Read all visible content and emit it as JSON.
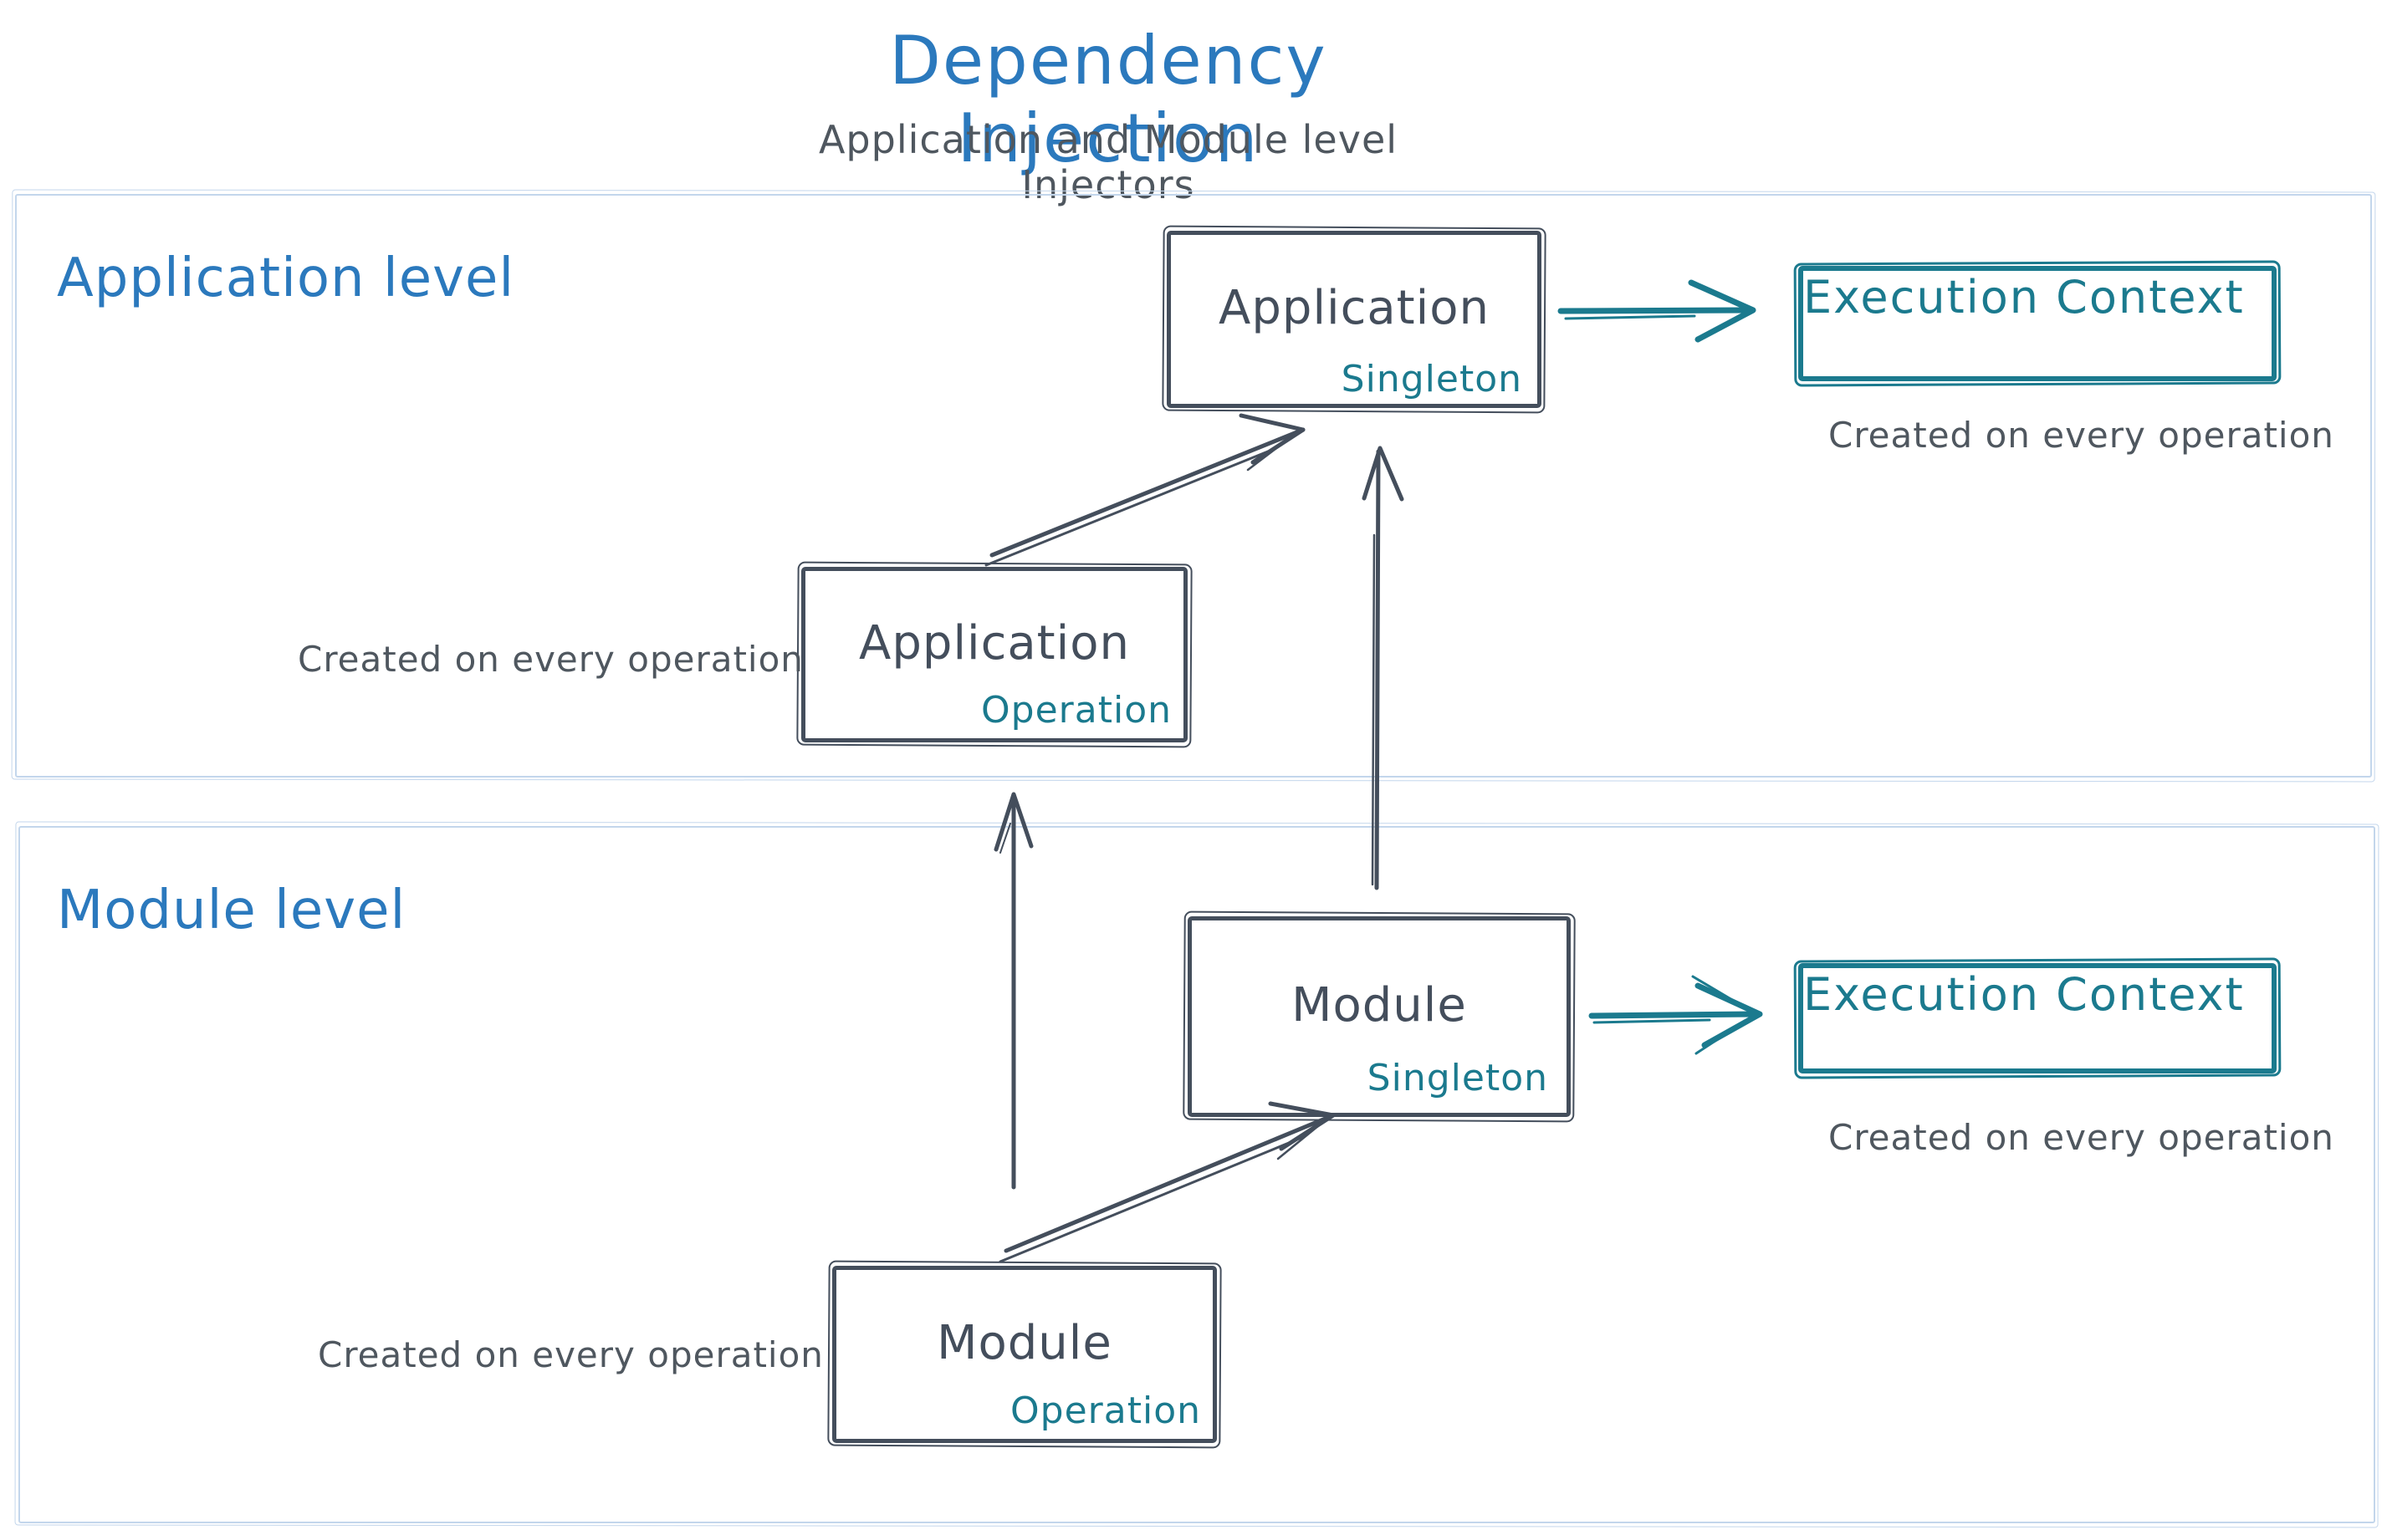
{
  "title": "Dependency Injection",
  "subtitle": "Application and Module level Injectors",
  "colors": {
    "accent_blue": "#2b79bd",
    "teal": "#1b7a8e",
    "slate": "#444e5c",
    "caption_gray": "#4f575f",
    "section_border": "#c3d6ec",
    "background": "#ffffff"
  },
  "sections": {
    "application": {
      "label": "Application level"
    },
    "module": {
      "label": "Module level"
    }
  },
  "nodes": {
    "app_singleton": {
      "label": "Application",
      "scope": "Singleton"
    },
    "app_operation": {
      "label": "Application",
      "scope": "Operation"
    },
    "module_singleton": {
      "label": "Module",
      "scope": "Singleton"
    },
    "module_operation": {
      "label": "Module",
      "scope": "Operation"
    },
    "app_execution_context": {
      "label": "Execution Context"
    },
    "module_execution_context": {
      "label": "Execution Context"
    }
  },
  "captions": {
    "app_operation_note": "Created on every operation",
    "app_execution_note": "Created on every operation",
    "module_operation_note": "Created on every operation",
    "module_execution_note": "Created on every operation"
  }
}
